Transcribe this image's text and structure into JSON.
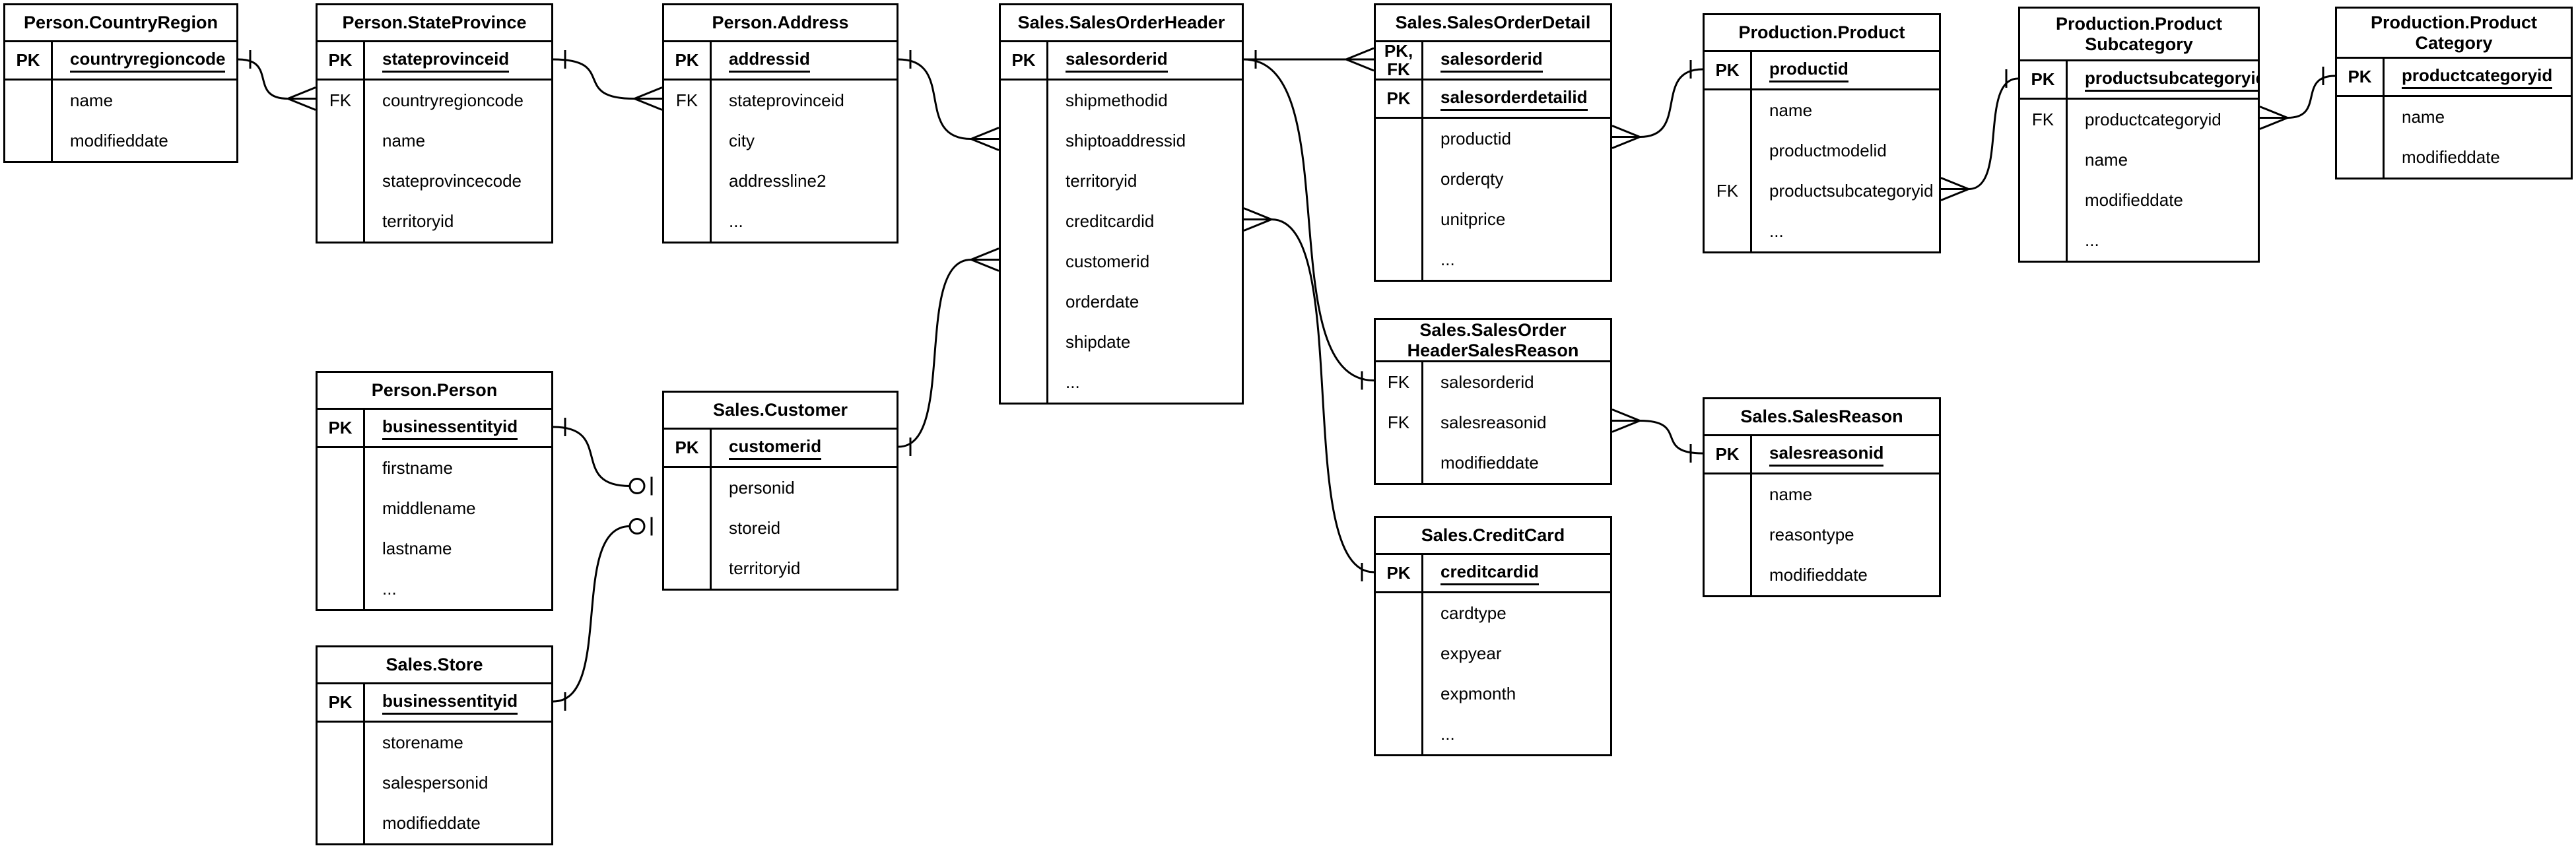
{
  "diagram": {
    "background_color": "#ffffff",
    "line_color": "#000000",
    "notation": "crows-foot",
    "tables": [
      {
        "id": "person_countryregion",
        "title": "Person.CountryRegion",
        "rows": [
          {
            "key": "PK",
            "field": "countryregioncode",
            "pk": true
          },
          {
            "key": "",
            "field": "name"
          },
          {
            "key": "",
            "field": "modifieddate"
          }
        ]
      },
      {
        "id": "person_stateprovince",
        "title": "Person.StateProvince",
        "rows": [
          {
            "key": "PK",
            "field": "stateprovinceid",
            "pk": true
          },
          {
            "key": "FK",
            "field": "countryregioncode"
          },
          {
            "key": "",
            "field": "name"
          },
          {
            "key": "",
            "field": "stateprovincecode"
          },
          {
            "key": "",
            "field": "territoryid"
          }
        ]
      },
      {
        "id": "person_address",
        "title": "Person.Address",
        "rows": [
          {
            "key": "PK",
            "field": "addressid",
            "pk": true
          },
          {
            "key": "FK",
            "field": "stateprovinceid"
          },
          {
            "key": "",
            "field": "city"
          },
          {
            "key": "",
            "field": "addressline2"
          },
          {
            "key": "",
            "field": "..."
          }
        ]
      },
      {
        "id": "sales_salesorderheader",
        "title": "Sales.SalesOrderHeader",
        "rows": [
          {
            "key": "PK",
            "field": "salesorderid",
            "pk": true
          },
          {
            "key": "",
            "field": "shipmethodid"
          },
          {
            "key": "",
            "field": "shiptoaddressid"
          },
          {
            "key": "",
            "field": "territoryid"
          },
          {
            "key": "",
            "field": "creditcardid"
          },
          {
            "key": "",
            "field": "customerid"
          },
          {
            "key": "",
            "field": "orderdate"
          },
          {
            "key": "",
            "field": "shipdate"
          },
          {
            "key": "",
            "field": "..."
          }
        ]
      },
      {
        "id": "sales_salesorderdetail",
        "title": "Sales.SalesOrderDetail",
        "rows": [
          {
            "key": "PK, FK",
            "field": "salesorderid",
            "pk": true
          },
          {
            "key": "PK",
            "field": "salesorderdetailid",
            "pk": true
          },
          {
            "key": "",
            "field": "productid"
          },
          {
            "key": "",
            "field": "orderqty"
          },
          {
            "key": "",
            "field": "unitprice"
          },
          {
            "key": "",
            "field": "..."
          }
        ]
      },
      {
        "id": "production_product",
        "title": "Production.Product",
        "rows": [
          {
            "key": "PK",
            "field": "productid",
            "pk": true
          },
          {
            "key": "",
            "field": "name"
          },
          {
            "key": "",
            "field": "productmodelid"
          },
          {
            "key": "FK",
            "field": "productsubcategoryid"
          },
          {
            "key": "",
            "field": "..."
          }
        ]
      },
      {
        "id": "production_productsubcategory",
        "title": "Production.Product",
        "title2": "Subcategory",
        "rows": [
          {
            "key": "PK",
            "field": "productsubcategoryid",
            "pk": true
          },
          {
            "key": "FK",
            "field": "productcategoryid"
          },
          {
            "key": "",
            "field": "name"
          },
          {
            "key": "",
            "field": "modifieddate"
          },
          {
            "key": "",
            "field": "..."
          }
        ]
      },
      {
        "id": "production_productcategory",
        "title": "Production.Product",
        "title2": "Category",
        "rows": [
          {
            "key": "PK",
            "field": "productcategoryid",
            "pk": true
          },
          {
            "key": "",
            "field": "name"
          },
          {
            "key": "",
            "field": "modifieddate"
          }
        ]
      },
      {
        "id": "person_person",
        "title": "Person.Person",
        "rows": [
          {
            "key": "PK",
            "field": "businessentityid",
            "pk": true
          },
          {
            "key": "",
            "field": "firstname"
          },
          {
            "key": "",
            "field": "middlename"
          },
          {
            "key": "",
            "field": "lastname"
          },
          {
            "key": "",
            "field": "..."
          }
        ]
      },
      {
        "id": "sales_customer",
        "title": "Sales.Customer",
        "rows": [
          {
            "key": "PK",
            "field": "customerid",
            "pk": true
          },
          {
            "key": "",
            "field": "personid"
          },
          {
            "key": "",
            "field": "storeid"
          },
          {
            "key": "",
            "field": "territoryid"
          }
        ]
      },
      {
        "id": "sales_store",
        "title": "Sales.Store",
        "rows": [
          {
            "key": "PK",
            "field": "businessentityid",
            "pk": true
          },
          {
            "key": "",
            "field": "storename"
          },
          {
            "key": "",
            "field": "salespersonid"
          },
          {
            "key": "",
            "field": "modifieddate"
          }
        ]
      },
      {
        "id": "sales_salesorderheadersalesreason",
        "title": "Sales.SalesOrder",
        "title2": "HeaderSalesReason",
        "rows": [
          {
            "key": "FK",
            "field": "salesorderid"
          },
          {
            "key": "FK",
            "field": "salesreasonid"
          },
          {
            "key": "",
            "field": "modifieddate"
          }
        ]
      },
      {
        "id": "sales_salesreason",
        "title": "Sales.SalesReason",
        "rows": [
          {
            "key": "PK",
            "field": "salesreasonid",
            "pk": true
          },
          {
            "key": "",
            "field": "name"
          },
          {
            "key": "",
            "field": "reasontype"
          },
          {
            "key": "",
            "field": "modifieddate"
          }
        ]
      },
      {
        "id": "sales_creditcard",
        "title": "Sales.CreditCard",
        "rows": [
          {
            "key": "PK",
            "field": "creditcardid",
            "pk": true
          },
          {
            "key": "",
            "field": "cardtype"
          },
          {
            "key": "",
            "field": "expyear"
          },
          {
            "key": "",
            "field": "expmonth"
          },
          {
            "key": "",
            "field": "..."
          }
        ]
      }
    ],
    "relationships": [
      {
        "from": "person_countryregion",
        "from_field": "countryregioncode",
        "from_end": "one",
        "to": "person_stateprovince",
        "to_field": "countryregioncode",
        "to_end": "many"
      },
      {
        "from": "person_stateprovince",
        "from_field": "stateprovinceid",
        "from_end": "one",
        "to": "person_address",
        "to_field": "stateprovinceid",
        "to_end": "many"
      },
      {
        "from": "person_address",
        "from_field": "addressid",
        "from_end": "one",
        "to": "sales_salesorderheader",
        "to_field": "shiptoaddressid",
        "to_end": "many"
      },
      {
        "from": "sales_customer",
        "from_field": "customerid",
        "from_end": "one",
        "to": "sales_salesorderheader",
        "to_field": "customerid",
        "to_end": "many"
      },
      {
        "from": "sales_salesorderheader",
        "from_field": "salesorderid",
        "from_end": "one",
        "to": "sales_salesorderdetail",
        "to_field": "salesorderid",
        "to_end": "many"
      },
      {
        "from": "sales_salesorderheader",
        "from_field": "salesorderid",
        "from_end": "one",
        "to": "sales_salesorderheadersalesreason",
        "to_field": "salesorderid",
        "to_end": "one"
      },
      {
        "from": "sales_salesorderheader",
        "from_field": "creditcardid",
        "from_end": "many",
        "to": "sales_creditcard",
        "to_field": "creditcardid",
        "to_end": "one"
      },
      {
        "from": "sales_salesorderheadersalesreason",
        "from_field": "salesreasonid",
        "from_end": "many",
        "to": "sales_salesreason",
        "to_field": "salesreasonid",
        "to_end": "one"
      },
      {
        "from": "sales_salesorderdetail",
        "from_field": "productid",
        "from_end": "many",
        "to": "production_product",
        "to_field": "productid",
        "to_end": "one"
      },
      {
        "from": "production_product",
        "from_field": "productsubcategoryid",
        "from_end": "many",
        "to": "production_productsubcategory",
        "to_field": "productsubcategoryid",
        "to_end": "one"
      },
      {
        "from": "production_productsubcategory",
        "from_field": "productcategoryid",
        "from_end": "many",
        "to": "production_productcategory",
        "to_field": "productcategoryid",
        "to_end": "one"
      },
      {
        "from": "person_person",
        "from_field": "businessentityid",
        "from_end": "one",
        "to": "sales_customer",
        "to_field": "personid",
        "to_end": "zero-one"
      },
      {
        "from": "sales_store",
        "from_field": "businessentityid",
        "from_end": "one",
        "to": "sales_customer",
        "to_field": "storeid",
        "to_end": "zero-one"
      }
    ]
  }
}
